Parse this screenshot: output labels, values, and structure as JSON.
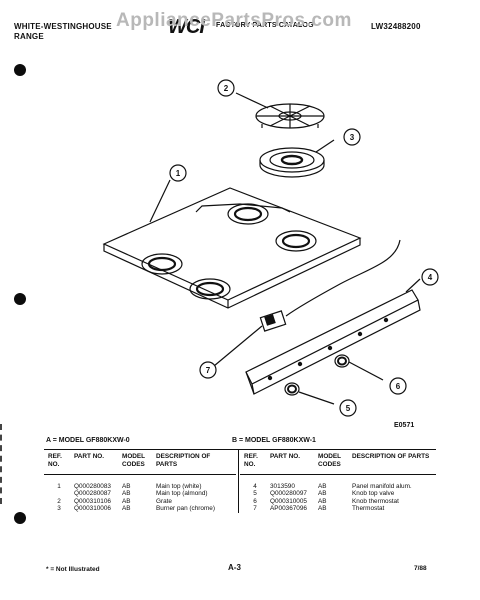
{
  "header": {
    "brand_line1": "WHITE-WESTINGHOUSE",
    "brand_line2": "RANGE",
    "logo": "WCI",
    "catalog_title": "FACTORY PARTS CATALOG",
    "catalog_number": "LW32488200"
  },
  "watermark": "AppliancePartsPros.com",
  "diagram": {
    "callouts": [
      "1",
      "2",
      "3",
      "4",
      "5",
      "6",
      "7"
    ],
    "drawing_code": "E0571"
  },
  "models": {
    "a": "A = MODEL GF880KXW-0",
    "b": "B = MODEL GF880KXW-1"
  },
  "table": {
    "headers": [
      "REF. NO.",
      "PART NO.",
      "MODEL CODES",
      "DESCRIPTION OF PARTS"
    ],
    "left_rows": [
      {
        "ref": "1",
        "part": "Q000280083",
        "model": "AB",
        "desc": "Main top (white)"
      },
      {
        "ref": "",
        "part": "Q000280087",
        "model": "AB",
        "desc": "Main top (almond)"
      },
      {
        "ref": "2",
        "part": "Q000310106",
        "model": "AB",
        "desc": "Grate"
      },
      {
        "ref": "3",
        "part": "Q000310006",
        "model": "AB",
        "desc": "Burner pan (chrome)"
      }
    ],
    "right_rows": [
      {
        "ref": "4",
        "part": "3013590",
        "model": "AB",
        "desc": "Panel manifold alum."
      },
      {
        "ref": "5",
        "part": "Q000280097",
        "model": "AB",
        "desc": "Knob top valve"
      },
      {
        "ref": "6",
        "part": "Q000310005",
        "model": "AB",
        "desc": "Knob thermostat"
      },
      {
        "ref": "7",
        "part": "AP00367096",
        "model": "AB",
        "desc": "Thermostat"
      }
    ]
  },
  "footer": {
    "note": "* = Not Illustrated",
    "page": "A-3",
    "date": "7/88"
  }
}
